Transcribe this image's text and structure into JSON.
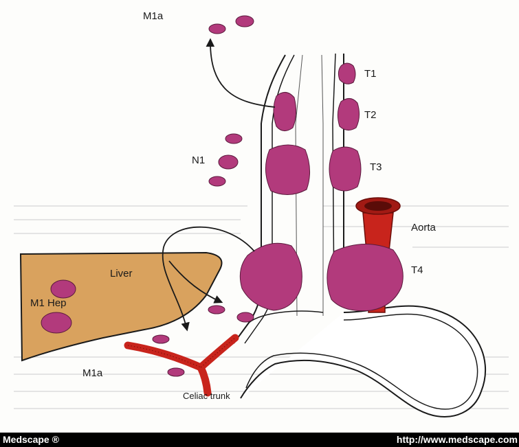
{
  "labels": {
    "m1a_top": "M1a",
    "t1": "T1",
    "t2": "T2",
    "t3": "T3",
    "aorta": "Aorta",
    "t4": "T4",
    "n1": "N1",
    "liver": "Liver",
    "m1_hep": "M1 Hep",
    "m1a_bottom": "M1a",
    "celiac_trunk": "Celiac trunk"
  },
  "footer": {
    "brand": "Medscape ®",
    "url": "http://www.medscape.com"
  },
  "colors": {
    "tumor": "#b23a7c",
    "liver": "#d9a25e",
    "aorta": "#c8241c",
    "outline": "#1a1a1a",
    "footer_bg": "#000000",
    "footer_text": "#ffffff"
  }
}
